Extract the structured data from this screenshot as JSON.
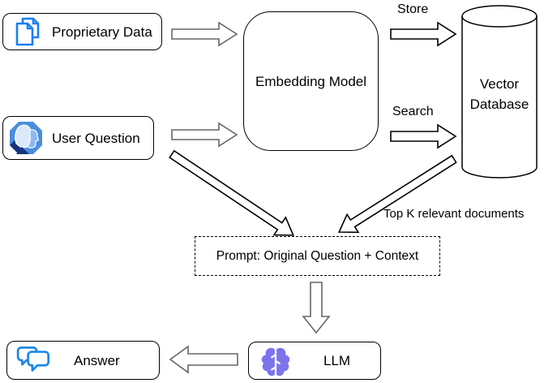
{
  "diagram": {
    "nodes": {
      "proprietary_data": {
        "label": "Proprietary Data",
        "icon": "documents-icon"
      },
      "user_question": {
        "label": "User Question",
        "icon": "users-icon"
      },
      "embedding_model": {
        "label": "Embedding Model"
      },
      "vector_database": {
        "label": "Vector Database",
        "icon": "database-cylinder-icon"
      },
      "prompt": {
        "label": "Prompt: Original Question + Context"
      },
      "llm": {
        "label": "LLM",
        "icon": "brain-icon"
      },
      "answer": {
        "label": "Answer",
        "icon": "chat-bubbles-icon"
      }
    },
    "edge_labels": {
      "store": "Store",
      "search": "Search",
      "top_k": "Top K relevant documents"
    },
    "colors": {
      "background": "#ffffff",
      "node_border": "#000000",
      "arrow_outline_gray": "#666666",
      "arrow_outline_black": "#000000",
      "doc_icon": "#1d7ef2",
      "chat_icon": "#1e88e5",
      "brain_icon": "#7b74ec",
      "people_icon": "#4a8ede",
      "people_icon_light": "#dce9fa",
      "people_icon_mid": "#8db9f0",
      "people_icon_dark": "#16357f"
    }
  }
}
